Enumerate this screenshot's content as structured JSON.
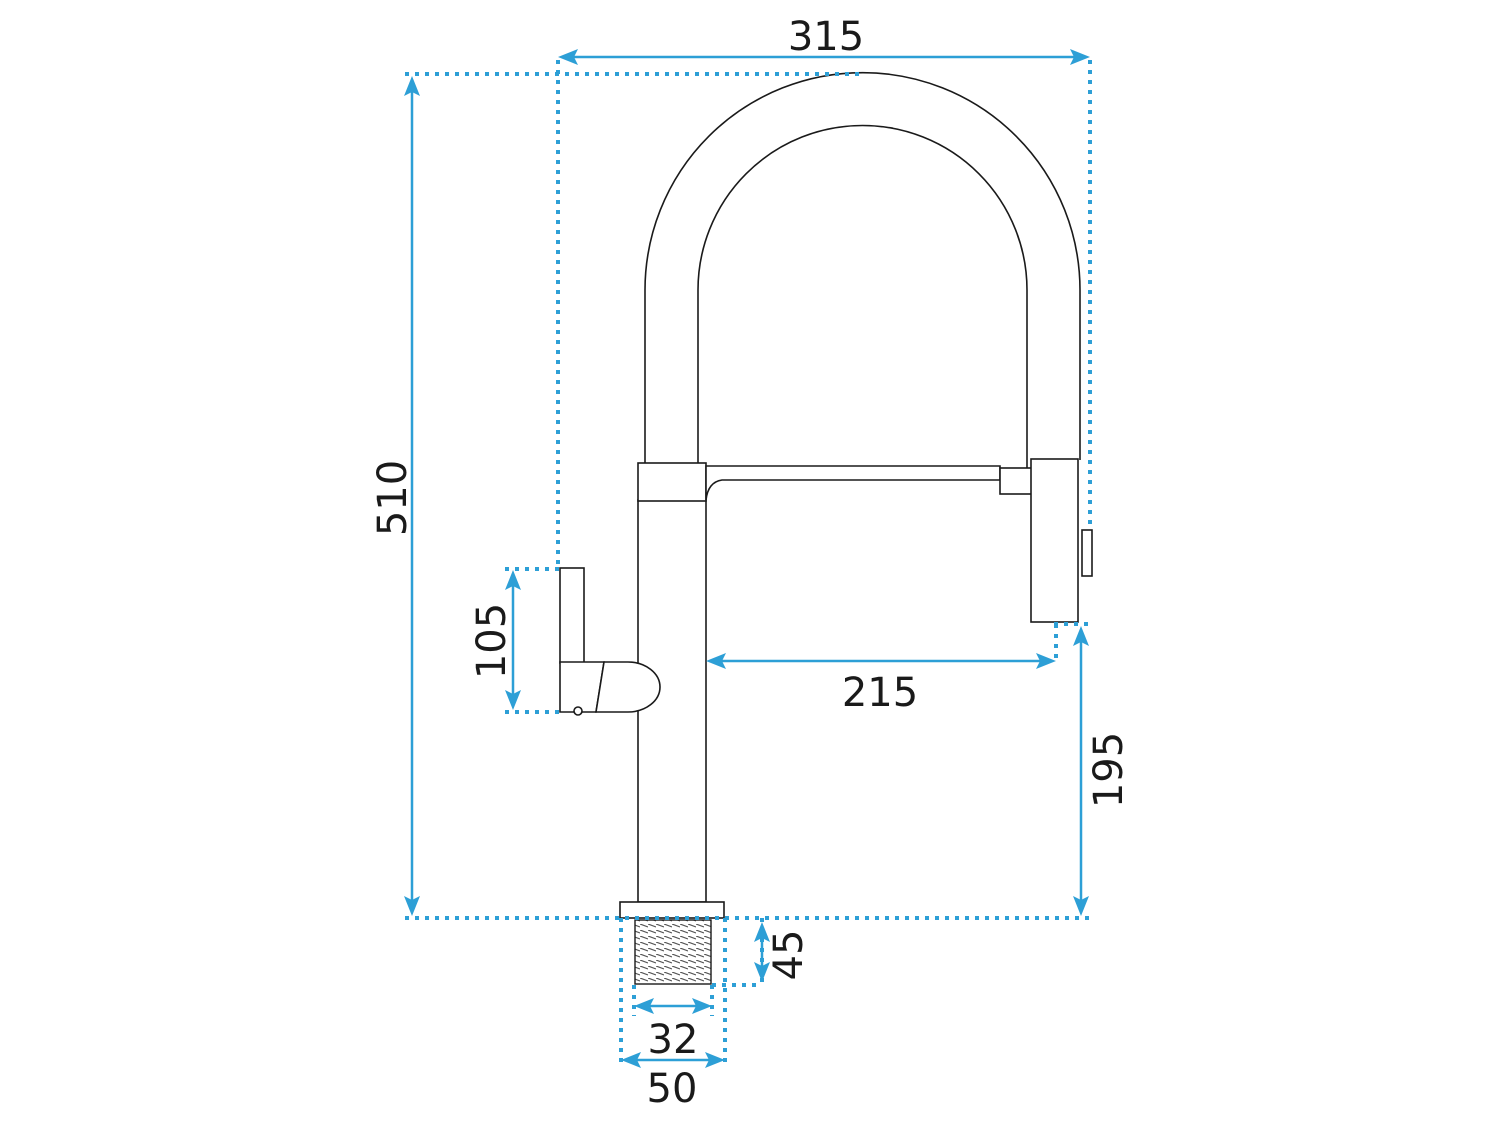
{
  "colors": {
    "dimension": "#2d9fd6",
    "outline": "#1a1a1a",
    "background": "#ffffff"
  },
  "dimensions": {
    "total_width": "315",
    "total_height": "510",
    "lever_height": "105",
    "spout_reach": "215",
    "spout_clearance": "195",
    "thread_length": "45",
    "thread_diameter": "32",
    "base_diameter": "50"
  }
}
